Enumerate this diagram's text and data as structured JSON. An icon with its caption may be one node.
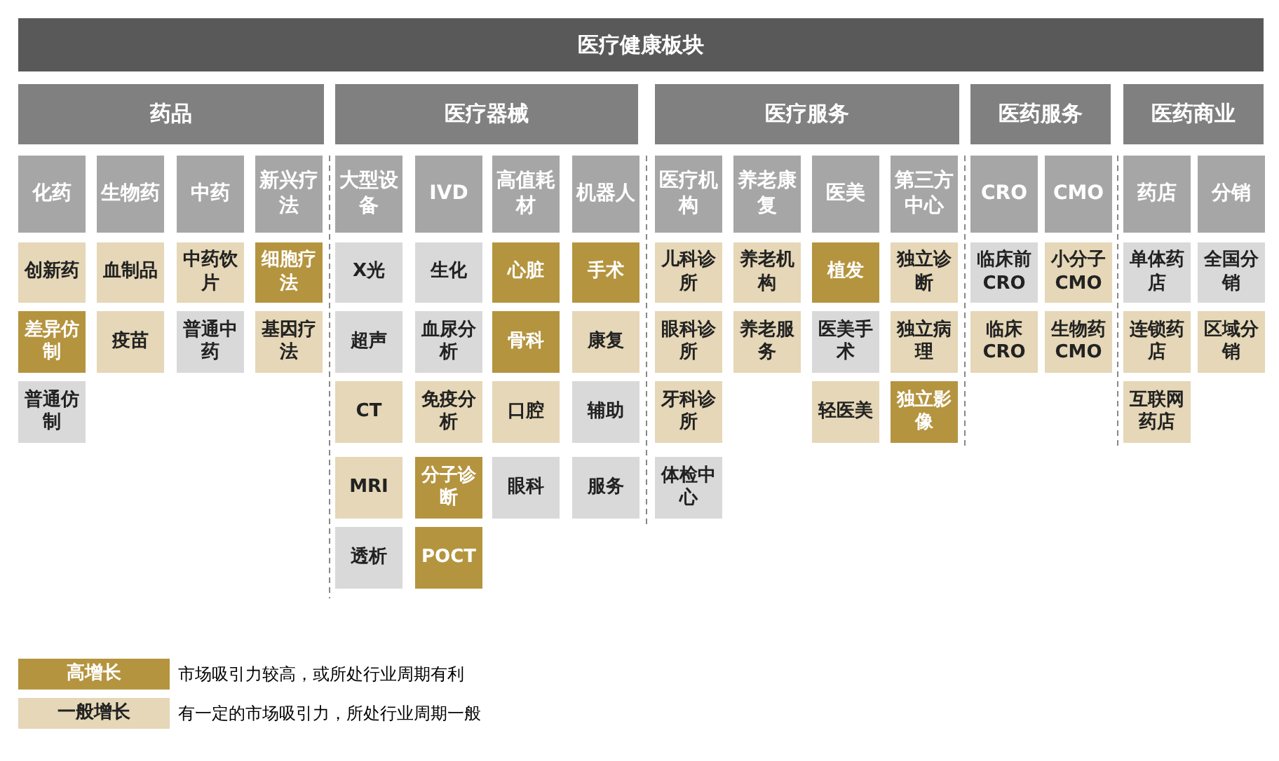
{
  "diagram": {
    "nodes": [
      {
        "text": [
          "医疗健康板块"
        ]
      },
      {
        "text": [
          "药品"
        ]
      },
      {
        "text": [
          "医疗器械"
        ]
      },
      {
        "text": [
          "医疗服务"
        ]
      },
      {
        "text": [
          "医药服务"
        ]
      },
      {
        "text": [
          "医药商业"
        ]
      },
      {
        "text": [
          "化药"
        ]
      },
      {
        "text": [
          "创新药"
        ]
      },
      {
        "text": [
          "差异仿制"
        ]
      },
      {
        "text": [
          "普通仿制"
        ]
      },
      {
        "text": [
          "生物药"
        ]
      },
      {
        "text": [
          "血制品"
        ]
      },
      {
        "text": [
          "疫苗"
        ]
      },
      {
        "text": [
          "中药"
        ]
      },
      {
        "text": [
          "中药饮片"
        ]
      },
      {
        "text": [
          "普通中药"
        ]
      },
      {
        "text": [
          "新兴疗法"
        ]
      },
      {
        "text": [
          "细胞疗法"
        ]
      },
      {
        "text": [
          "基因疗法"
        ]
      },
      {
        "text": [
          "大型设备"
        ]
      },
      {
        "text": [
          "X光"
        ]
      },
      {
        "text": [
          "超声"
        ]
      },
      {
        "text": [
          "CT"
        ]
      },
      {
        "text": [
          "MRI"
        ]
      },
      {
        "text": [
          "透析"
        ]
      },
      {
        "text": [
          "IVD"
        ]
      },
      {
        "text": [
          "生化"
        ]
      },
      {
        "text": [
          "血尿分析"
        ]
      },
      {
        "text": [
          "免疫分析"
        ]
      },
      {
        "text": [
          "分子诊断"
        ]
      },
      {
        "text": [
          "POCT"
        ]
      },
      {
        "text": [
          "高值耗材"
        ]
      },
      {
        "text": [
          "心脏"
        ]
      },
      {
        "text": [
          "骨科"
        ]
      },
      {
        "text": [
          "口腔"
        ]
      },
      {
        "text": [
          "眼科"
        ]
      },
      {
        "text": [
          "机器人"
        ]
      },
      {
        "text": [
          "手术"
        ]
      },
      {
        "text": [
          "康复"
        ]
      },
      {
        "text": [
          "辅助"
        ]
      },
      {
        "text": [
          "服务"
        ]
      },
      {
        "text": [
          "医疗机构"
        ]
      },
      {
        "text": [
          "儿科诊所"
        ]
      },
      {
        "text": [
          "眼科诊所"
        ]
      },
      {
        "text": [
          "牙科诊所"
        ]
      },
      {
        "text": [
          "体检中心"
        ]
      },
      {
        "text": [
          "养老康复"
        ]
      },
      {
        "text": [
          "养老机构"
        ]
      },
      {
        "text": [
          "养老服务"
        ]
      },
      {
        "text": [
          "医美"
        ]
      },
      {
        "text": [
          "植发"
        ]
      },
      {
        "text": [
          "医美手术"
        ]
      },
      {
        "text": [
          "轻医美"
        ]
      },
      {
        "text": [
          "第三方中心"
        ]
      },
      {
        "text": [
          "独立诊断"
        ]
      },
      {
        "text": [
          "独立病理"
        ]
      },
      {
        "text": [
          "独立影像"
        ]
      },
      {
        "text": [
          "CRO"
        ]
      },
      {
        "text": [
          "临床前CRO"
        ]
      },
      {
        "text": [
          "临床CRO"
        ]
      },
      {
        "text": [
          "CMO"
        ]
      },
      {
        "text": [
          "小分子CMO"
        ]
      },
      {
        "text": [
          "生物药CMO"
        ]
      },
      {
        "text": [
          "药店"
        ]
      },
      {
        "text": [
          "单体药店"
        ]
      },
      {
        "text": [
          "连锁药店"
        ]
      },
      {
        "text": [
          "互联网药店"
        ]
      },
      {
        "text": [
          "分销"
        ]
      },
      {
        "text": [
          "全国分销"
        ]
      },
      {
        "text": [
          "区域分销"
        ]
      }
    ],
    "labels": [
      "市场吸引力较高，或所处行业周期有利",
      "有一定的市场吸引力，所处行业周期一般"
    ],
    "legend": [
      {
        "text": "高增长",
        "color": "#b5943f"
      },
      {
        "text": "一般增长",
        "color": "#e5d7b7"
      }
    ]
  }
}
